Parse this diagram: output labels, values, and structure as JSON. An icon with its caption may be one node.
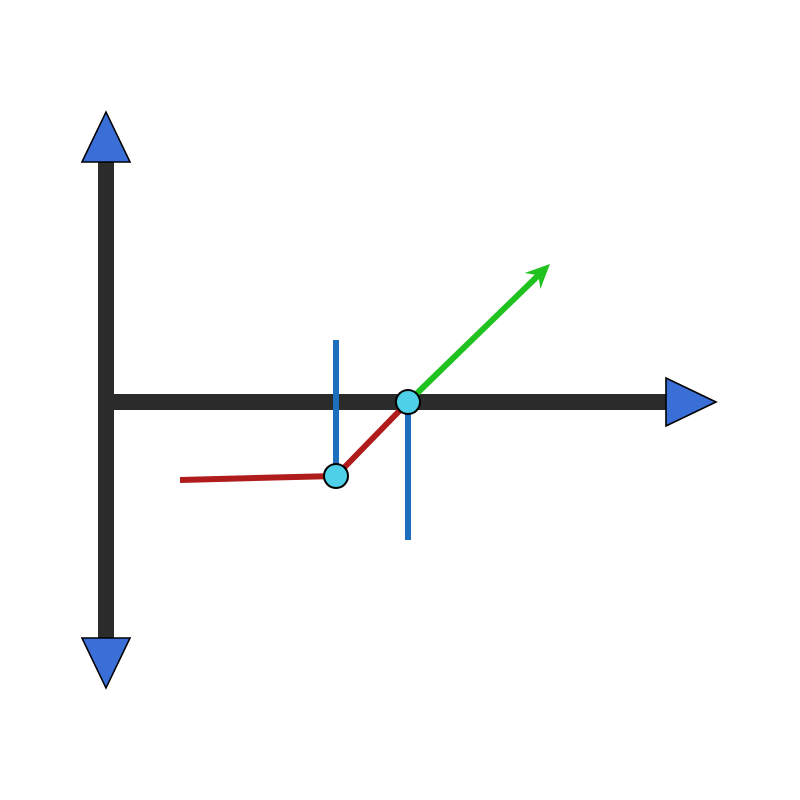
{
  "diagram": {
    "nodes": [
      {
        "text": [],
        "shape": "circle"
      },
      {
        "text": [],
        "shape": "circle"
      }
    ],
    "edges": [
      {
        "from": null,
        "to": 0,
        "arrow": "none",
        "color": "#b01c1c"
      },
      {
        "from": 0,
        "to": 1,
        "arrow": "none",
        "color": "#b01c1c"
      },
      {
        "from": 1,
        "to": null,
        "arrow": "to",
        "color": "#1fc21f"
      }
    ]
  }
}
